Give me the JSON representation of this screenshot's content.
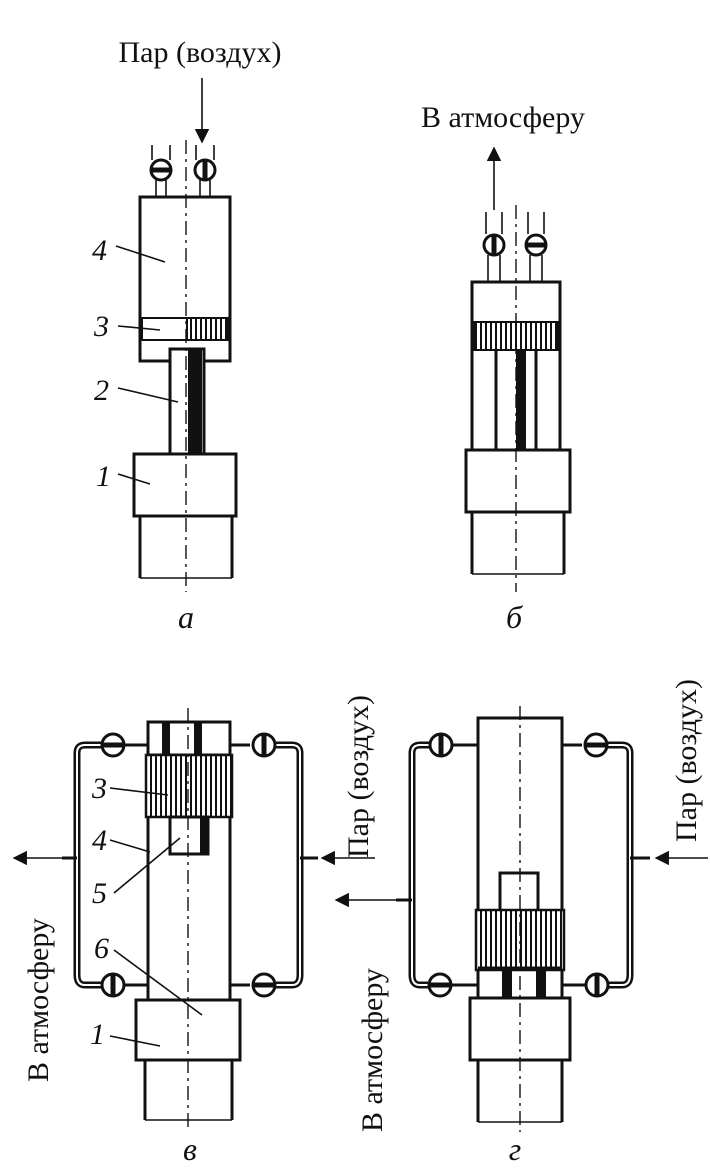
{
  "labels": {
    "steam_air": "Пар (воздух)",
    "to_atmosphere": "В атмосферу"
  },
  "part_numbers": {
    "n1": "1",
    "n2": "2",
    "n3": "3",
    "n4": "4",
    "n5": "5",
    "n6": "6"
  },
  "captions": {
    "a": "а",
    "b": "б",
    "v": "в",
    "g": "г"
  }
}
